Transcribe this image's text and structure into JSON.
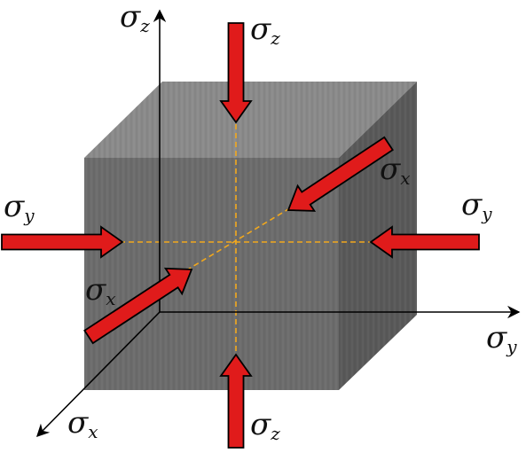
{
  "colors": {
    "arrow_fill": "#e01b1b",
    "arrow_stroke": "#000000",
    "cube_front": "#6e6e6e",
    "cube_top": "#8a8a8a",
    "cube_side": "#5a5a5a",
    "guide_line": "#f2a81d",
    "axis": "#000000"
  },
  "symbol": "σ",
  "labels": {
    "axis_z": {
      "sub": "z"
    },
    "axis_y": {
      "sub": "y"
    },
    "axis_x": {
      "sub": "x"
    },
    "arrow_top": {
      "sub": "z"
    },
    "arrow_bottom": {
      "sub": "z"
    },
    "arrow_left": {
      "sub": "y"
    },
    "arrow_right": {
      "sub": "y"
    },
    "arrow_back_x": {
      "sub": "x"
    },
    "arrow_front_x": {
      "sub": "x"
    }
  }
}
